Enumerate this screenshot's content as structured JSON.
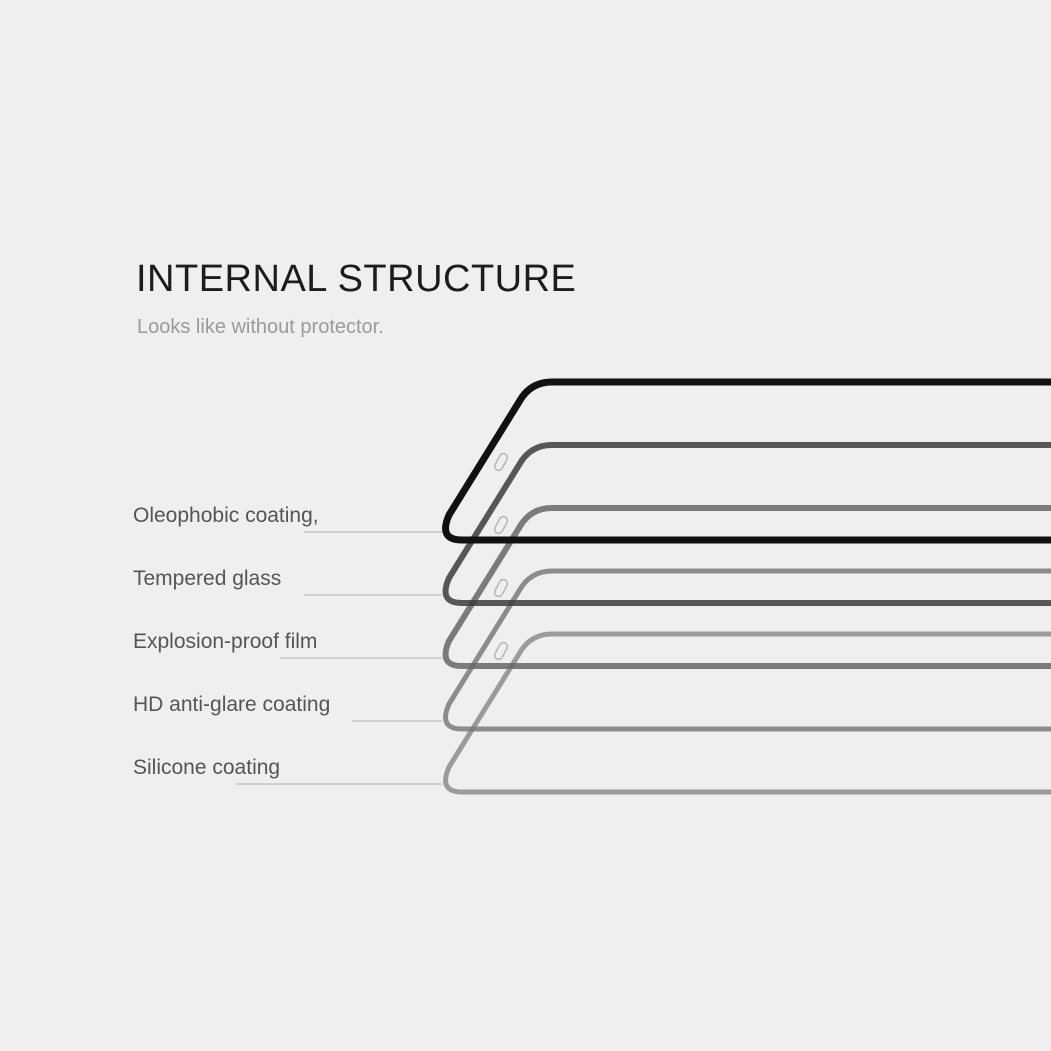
{
  "header": {
    "title": "INTERNAL STRUCTURE",
    "subtitle": "Looks like without protector."
  },
  "layers": [
    {
      "label": "Oleophobic coating,",
      "color": "#111111"
    },
    {
      "label": "Tempered glass",
      "color": "#3c3c3c"
    },
    {
      "label": "Explosion-proof film",
      "color": "#666666"
    },
    {
      "label": "HD anti-glare coating",
      "color": "#7a7a7a"
    },
    {
      "label": "Silicone coating",
      "color": "#8c8c8c"
    }
  ],
  "colors": {
    "background": "#efefef",
    "leader_line": "#b0b0b0"
  }
}
